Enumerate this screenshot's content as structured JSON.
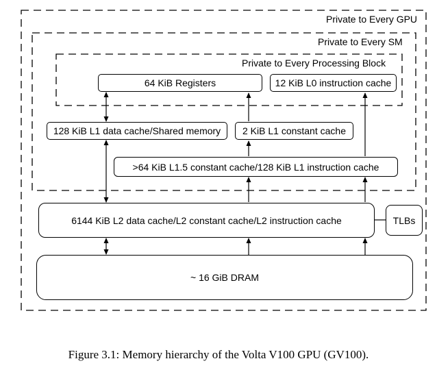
{
  "regions": {
    "gpu": "Private to Every GPU",
    "sm": "Private to Every SM",
    "pb": "Private to Every Processing Block"
  },
  "boxes": {
    "registers": "64 KiB Registers",
    "l0_icache": "12 KiB L0 instruction cache",
    "l1_data": "128 KiB L1 data cache/Shared memory",
    "l1_const": "2 KiB L1 constant cache",
    "l15": ">64 KiB L1.5 constant cache/128 KiB L1 instruction cache",
    "l2": "6144 KiB L2 data cache/L2 constant cache/L2 instruction cache",
    "tlbs": "TLBs",
    "dram": "~ 16 GiB DRAM"
  },
  "caption": "Figure 3.1: Memory hierarchy of the Volta V100 GPU (GV100)."
}
